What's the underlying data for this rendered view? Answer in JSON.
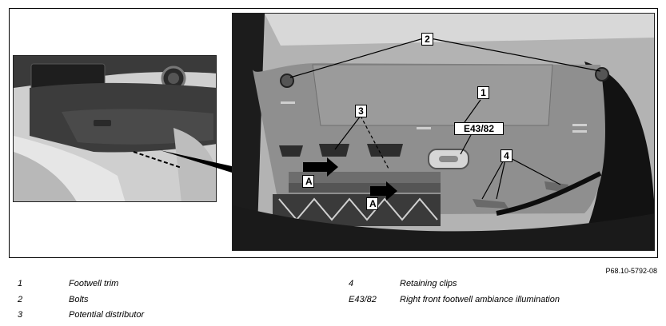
{
  "figure": {
    "callouts": {
      "footwell_trim": "1",
      "bolts": "2",
      "potential_distributor": "3",
      "retaining_clips": "4",
      "illumination": "E43/82",
      "arrow_a_upper": "A",
      "arrow_a_lower": "A"
    },
    "reference": "P68.10-5792-08"
  },
  "legend": [
    {
      "key": "1",
      "label": "Footwell trim"
    },
    {
      "key": "2",
      "label": "Bolts"
    },
    {
      "key": "3",
      "label": "Potential distributor"
    },
    {
      "key": "4",
      "label": "Retaining clips"
    },
    {
      "key": "E43/82",
      "label": "Right front footwell ambiance illumination"
    }
  ]
}
